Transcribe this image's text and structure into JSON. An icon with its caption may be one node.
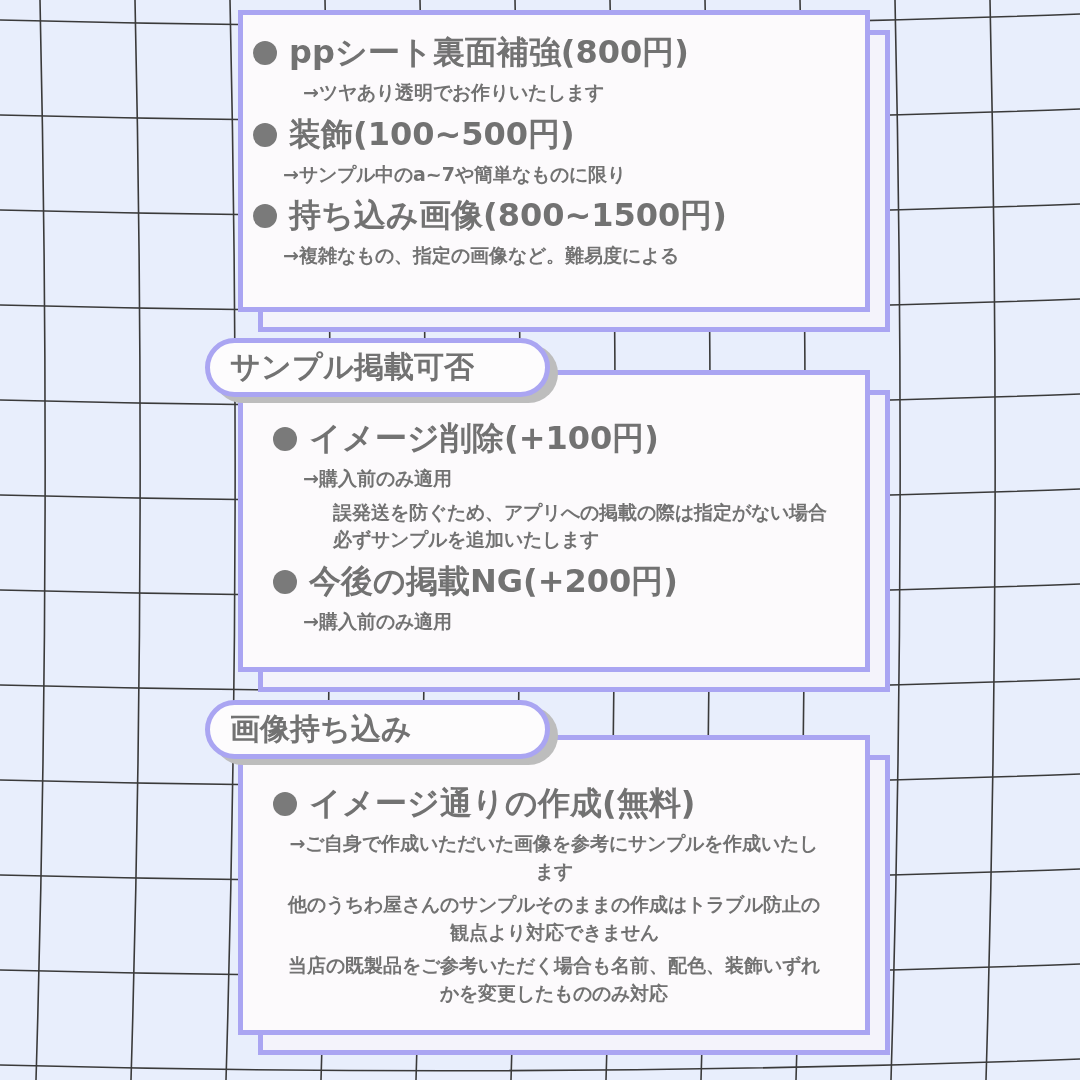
{
  "diagram": {
    "nodes": [
      {
        "text": [
          "ppシート裏面補強(800円)",
          "→ツヤあり透明でお作りいたします",
          "装飾(100~500円)",
          "→サンプル中のa~7や簡単なものに限り",
          "持ち込み画像(800~1500円)",
          "→複雑なもの、指定の画像など。難易度による"
        ]
      },
      {
        "text": [
          "サンプル掲載可否"
        ]
      },
      {
        "text": [
          "イメージ削除(+100円)",
          "→購入前のみ適用",
          "誤発送を防ぐため、アプリへの掲載の際は指定がない場合必ずサンプルを追加いたします",
          "今後の掲載NG(+200円)",
          "→購入前のみ適用"
        ]
      },
      {
        "text": [
          "画像持ち込み"
        ]
      },
      {
        "text": [
          "イメージ通りの作成(無料)",
          "→ご自身で作成いただいた画像を参考にサンプルを作成いたします",
          "他のうちわ屋さんのサンプルそのままの作成はトラブル防止の観点より対応できません",
          "当店の既製品をご参考いただく場合も名前、配色、装飾いずれかを変更したもののみ対応"
        ]
      }
    ]
  }
}
